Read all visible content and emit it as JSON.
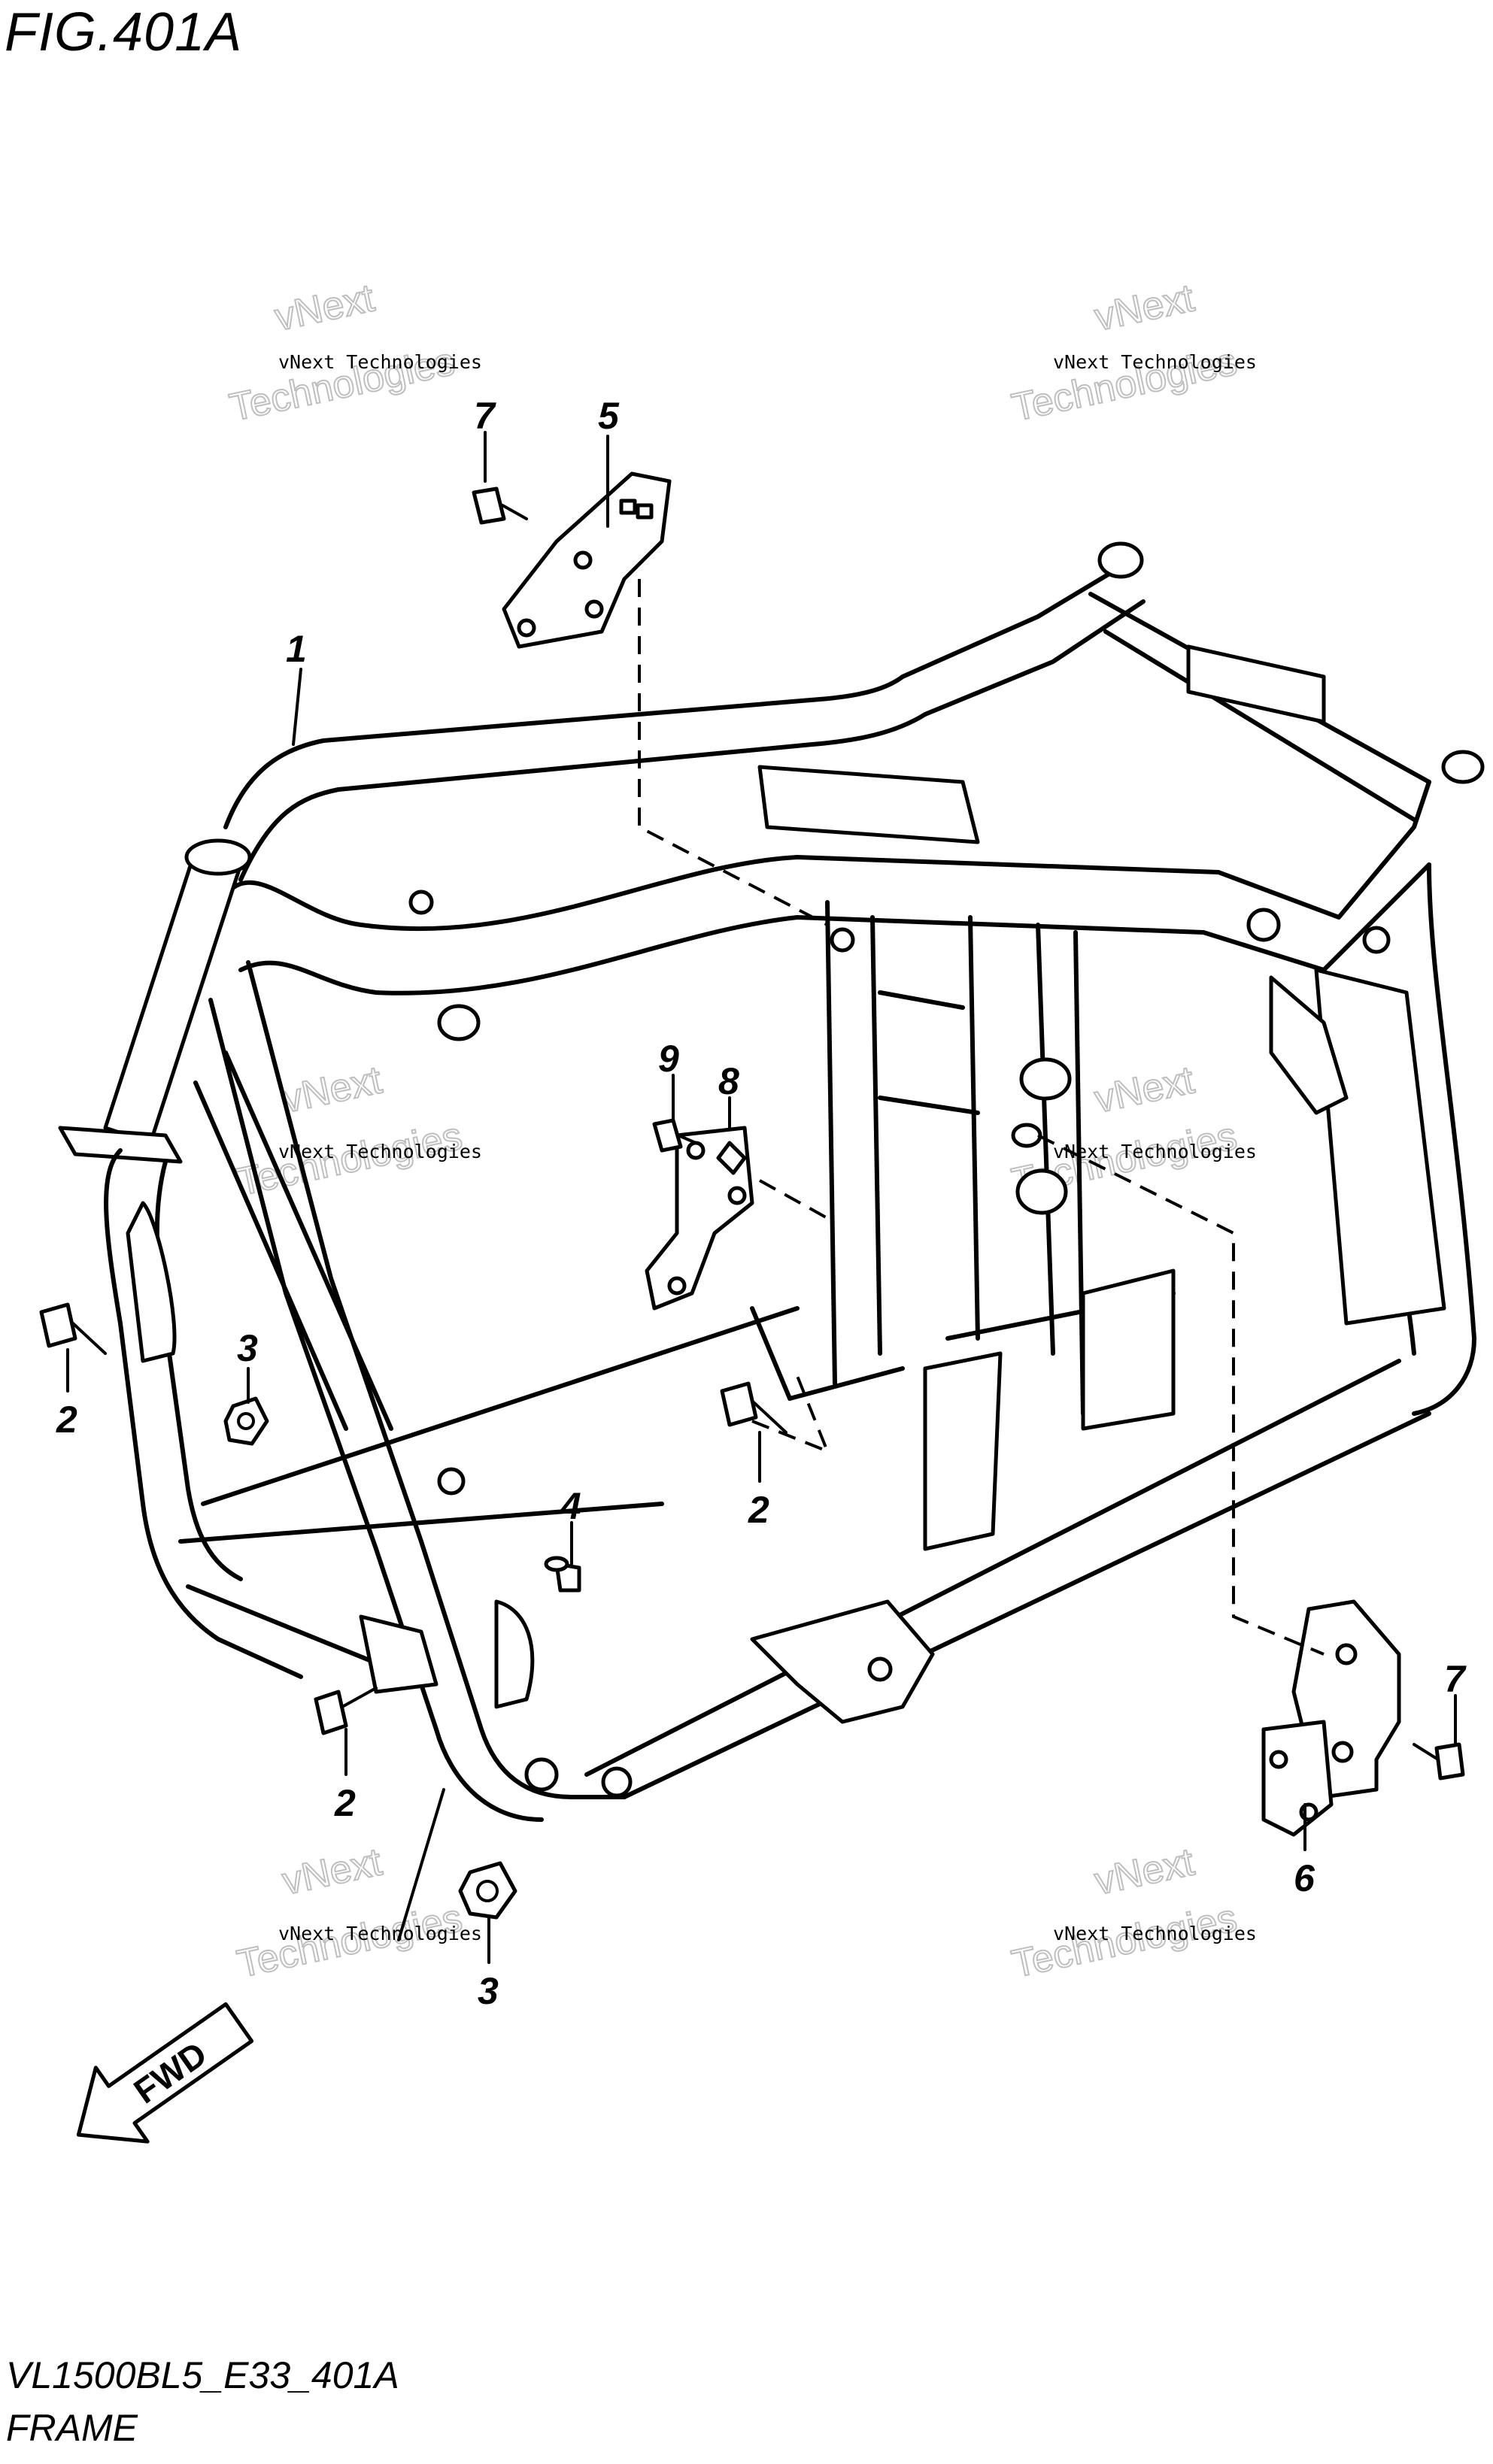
{
  "figure": {
    "title": "FIG.401A",
    "code": "VL1500BL5_E33_401A",
    "name": "FRAME"
  },
  "watermark": {
    "line1": "vNext Technologies",
    "overlay_a": "vNext",
    "overlay_b": "Technologies"
  },
  "direction_arrow": {
    "label": "FWD"
  },
  "callouts": {
    "c1": "1",
    "c2a": "2",
    "c2b": "2",
    "c2c": "2",
    "c3a": "3",
    "c3b": "3",
    "c4": "4",
    "c5": "5",
    "c6": "6",
    "c7a": "7",
    "c7b": "7",
    "c8": "8",
    "c9": "9"
  }
}
